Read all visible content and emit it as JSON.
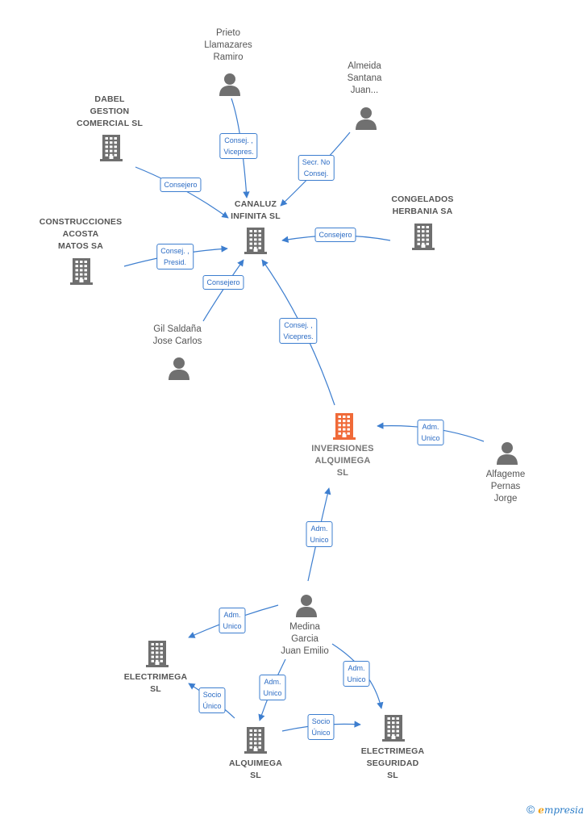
{
  "colors": {
    "company": "#6f6f6f",
    "focus_company": "#f06a38",
    "person": "#707070",
    "edge": "#3d7ecf"
  },
  "nodes": [
    {
      "id": "canaluz",
      "type": "company",
      "label": "CANALUZ\nINFINITA  SL"
    },
    {
      "id": "dabel",
      "type": "company",
      "label": "DABEL\nGESTION\nCOMERCIAL SL"
    },
    {
      "id": "construcciones",
      "type": "company",
      "label": "CONSTRUCCIONES\nACOSTA\nMATOS SA"
    },
    {
      "id": "congelados",
      "type": "company",
      "label": "CONGELADOS\nHERBANIA SA"
    },
    {
      "id": "prieto",
      "type": "person",
      "label": "Prieto\nLlamazares\nRamiro"
    },
    {
      "id": "almeida",
      "type": "person",
      "label": "Almeida\nSantana\nJuan..."
    },
    {
      "id": "gil",
      "type": "person",
      "label": "Gil Saldaña\nJose Carlos"
    },
    {
      "id": "inversiones",
      "type": "focus",
      "label": "INVERSIONES\nALQUIMEGA\nSL"
    },
    {
      "id": "alfageme",
      "type": "person",
      "label": "Alfageme\nPernas\nJorge"
    },
    {
      "id": "medina",
      "type": "person",
      "label": "Medina\nGarcia\nJuan Emilio"
    },
    {
      "id": "electrimega",
      "type": "company",
      "label": "ELECTRIMEGA\nSL"
    },
    {
      "id": "alquimega",
      "type": "company",
      "label": "ALQUIMEGA\nSL"
    },
    {
      "id": "electrimega_seg",
      "type": "company",
      "label": "ELECTRIMEGA\nSEGURIDAD\nSL"
    }
  ],
  "edges": [
    {
      "id": "e1",
      "label": "Consej. ,\nVicepres."
    },
    {
      "id": "e2",
      "label": "Secr.  No\nConsej."
    },
    {
      "id": "e3",
      "label": "Consejero"
    },
    {
      "id": "e4",
      "label": "Consejero"
    },
    {
      "id": "e5",
      "label": "Consej. ,\nPresid."
    },
    {
      "id": "e6",
      "label": "Consejero"
    },
    {
      "id": "e7",
      "label": "Consej. ,\nVicepres."
    },
    {
      "id": "e8",
      "label": "Adm.\nUnico"
    },
    {
      "id": "e9",
      "label": "Adm.\nUnico"
    },
    {
      "id": "e10",
      "label": "Adm.\nUnico"
    },
    {
      "id": "e11",
      "label": "Adm.\nUnico"
    },
    {
      "id": "e12",
      "label": "Adm.\nUnico"
    },
    {
      "id": "e13",
      "label": "Socio\nÚnico"
    },
    {
      "id": "e14",
      "label": "Socio\nÚnico"
    }
  ],
  "footer": {
    "copyright": "©",
    "brand_initial": "e",
    "brand_rest": "mpresia"
  }
}
